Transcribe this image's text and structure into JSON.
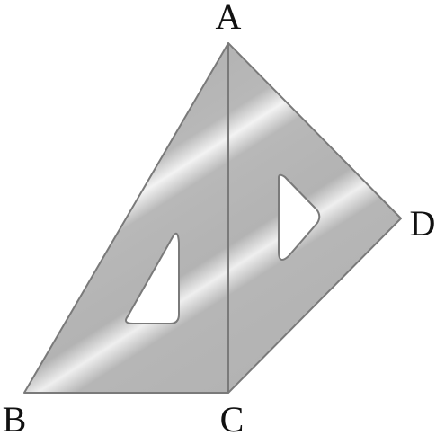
{
  "diagram": {
    "vertices": {
      "A": "A",
      "B": "B",
      "C": "C",
      "D": "D"
    },
    "colors": {
      "ruler_fill": "#b4b4b4",
      "ruler_highlight": "#f2f2f2",
      "ruler_edge": "#7a7a7a",
      "cutout_fill": "#ffffff",
      "label": "#111111"
    }
  }
}
